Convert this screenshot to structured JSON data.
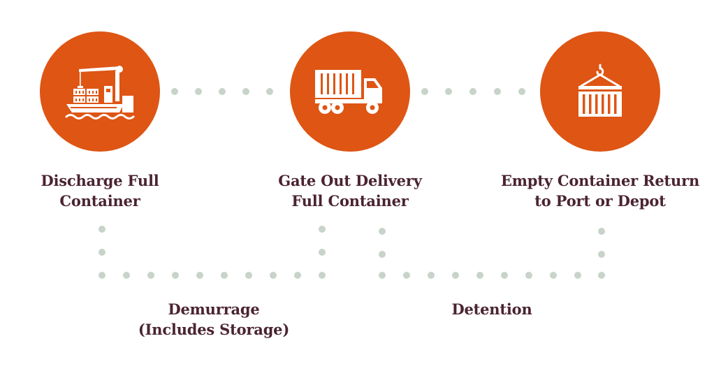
{
  "colors": {
    "accent": "#de5514",
    "text": "#4a2430",
    "dot": "#c8d3c9",
    "icon": "#ffffff"
  },
  "steps": [
    {
      "line1": "Discharge Full",
      "line2": "Container",
      "icon": "ship-crane-icon"
    },
    {
      "line1": "Gate Out Delivery",
      "line2": "Full Container",
      "icon": "container-truck-icon"
    },
    {
      "line1": "Empty Container Return",
      "line2": "to Port or Depot",
      "icon": "hoisted-container-icon"
    }
  ],
  "periods": [
    {
      "line1": "Demurrage",
      "line2": "(Includes Storage)"
    },
    {
      "line1": "Detention",
      "line2": ""
    }
  ]
}
